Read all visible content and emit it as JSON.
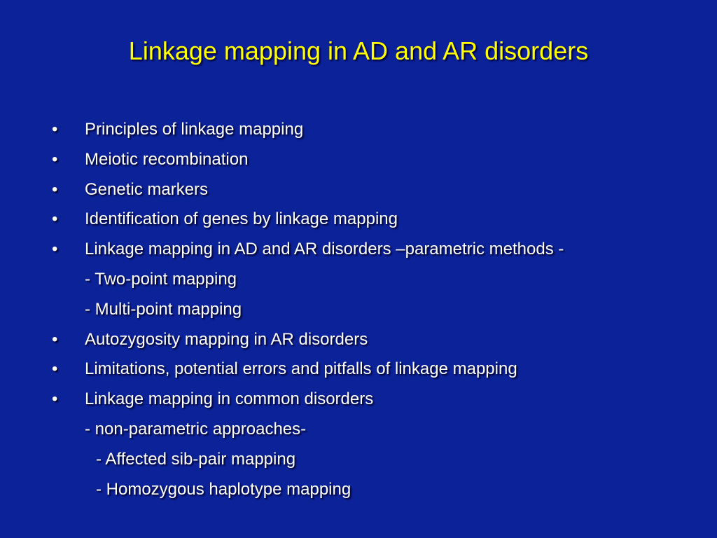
{
  "slide": {
    "title": "Linkage mapping in AD and AR disorders",
    "bullet_glyph": "•",
    "colors": {
      "background": "#0c2299",
      "title": "#ffff00",
      "body_text": "#ffffff"
    },
    "lines": [
      {
        "bullet": true,
        "text": "Principles of linkage mapping"
      },
      {
        "bullet": true,
        "text": "Meiotic recombination"
      },
      {
        "bullet": true,
        "text": "Genetic markers"
      },
      {
        "bullet": true,
        "text": "Identification of genes by linkage mapping"
      },
      {
        "bullet": true,
        "text": "Linkage mapping in AD and AR disorders –parametric methods -"
      },
      {
        "bullet": false,
        "text": "- Two-point mapping"
      },
      {
        "bullet": false,
        "text": "- Multi-point mapping"
      },
      {
        "bullet": true,
        "text": "Autozygosity mapping in AR disorders"
      },
      {
        "bullet": true,
        "text": "Limitations, potential errors and pitfalls of linkage mapping"
      },
      {
        "bullet": true,
        "text": "Linkage mapping in common disorders"
      },
      {
        "bullet": false,
        "text": "- non-parametric approaches-"
      },
      {
        "bullet": false,
        "text": "- Affected sib-pair mapping"
      },
      {
        "bullet": false,
        "text": "- Homozygous haplotype mapping"
      }
    ]
  }
}
